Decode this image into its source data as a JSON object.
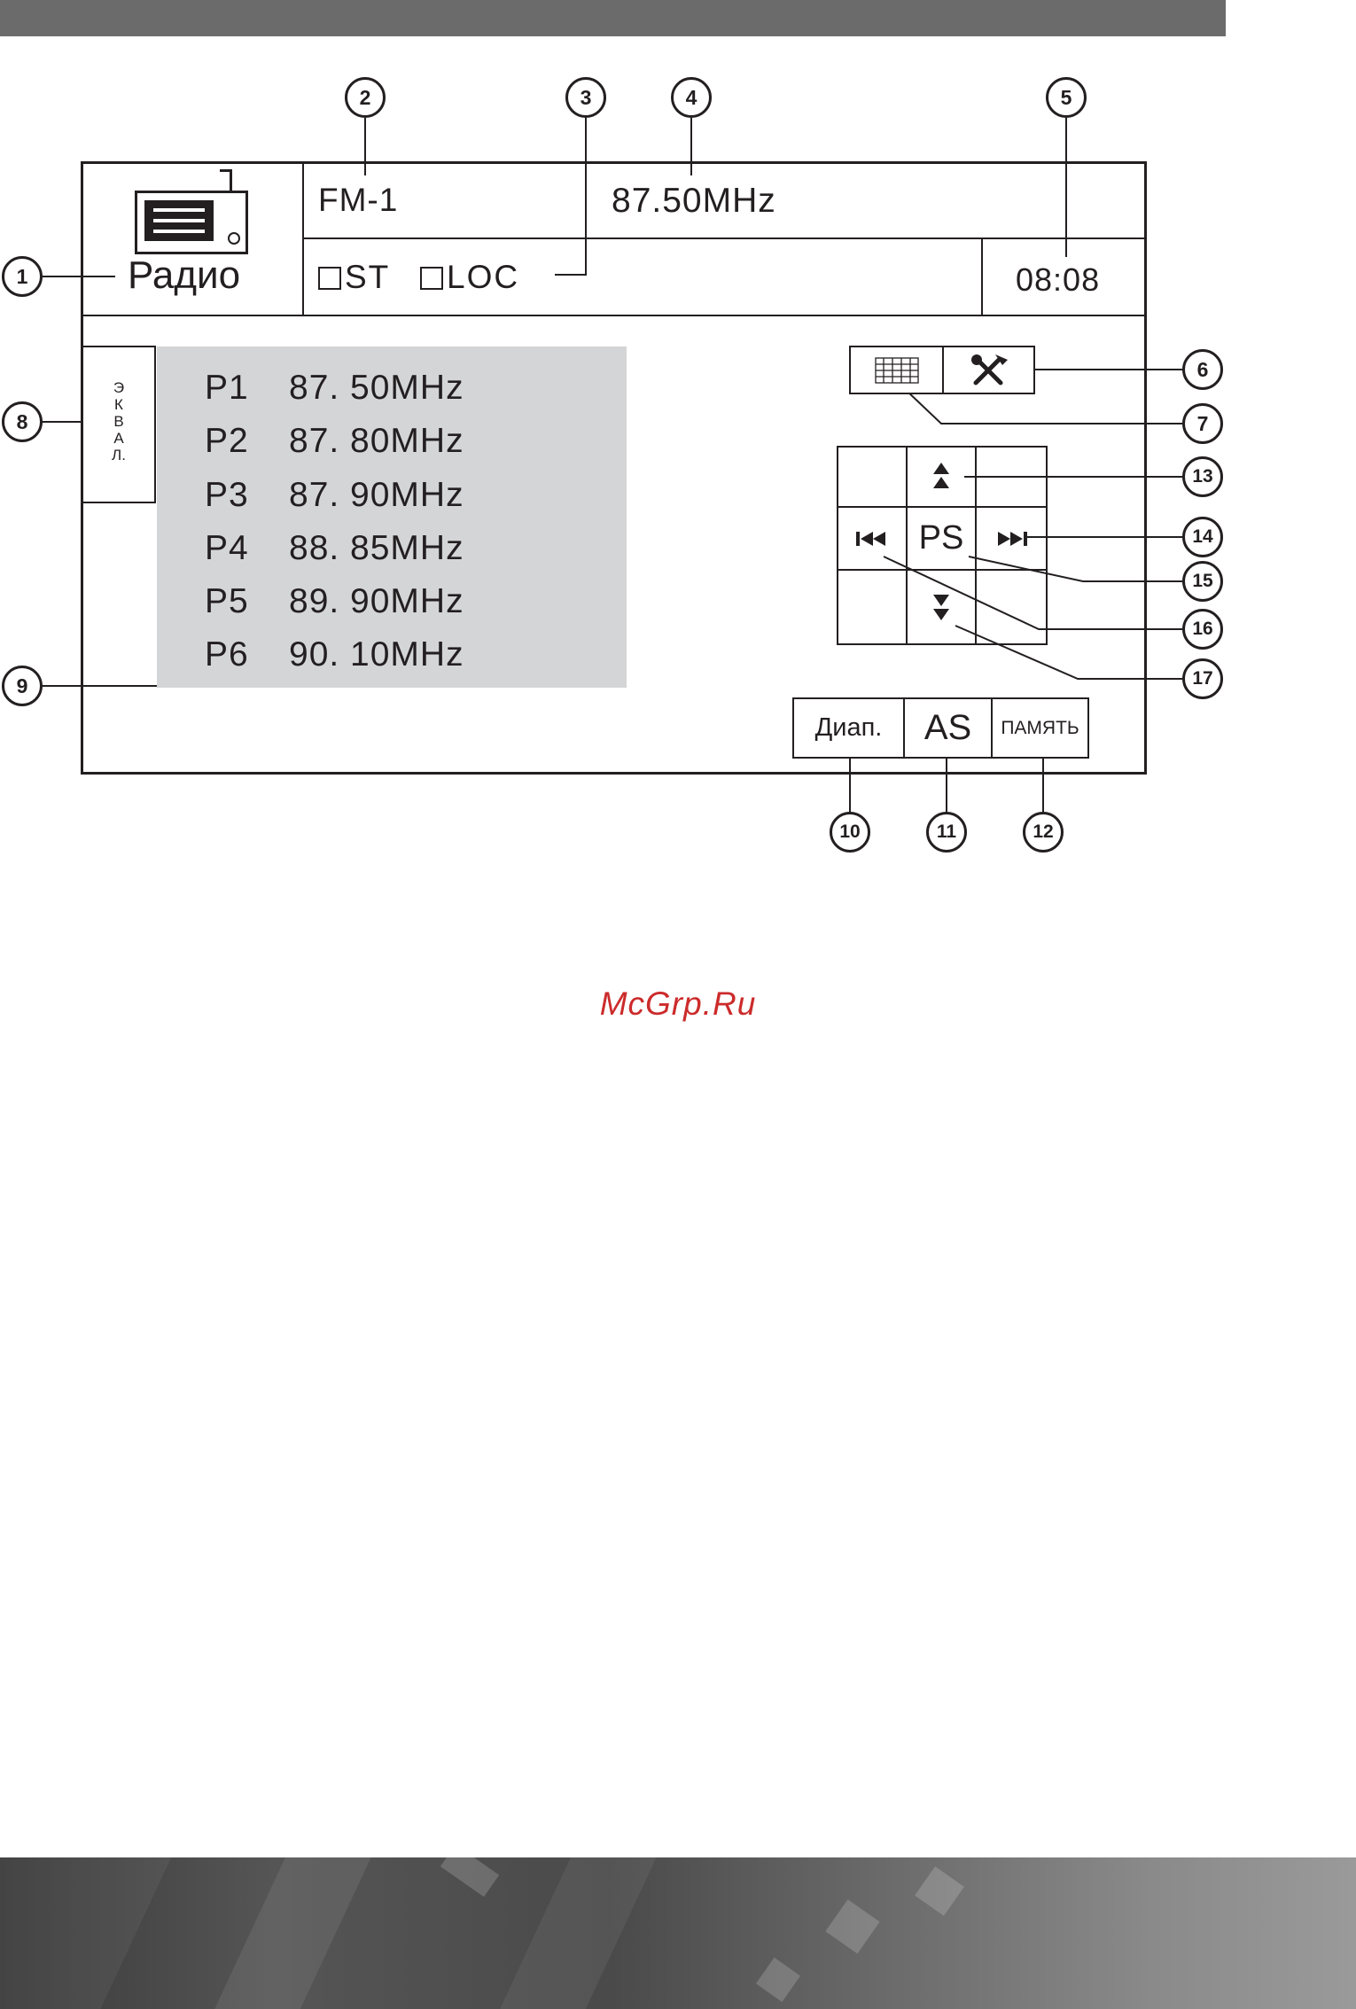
{
  "header": {
    "source_label": "Радио",
    "band": "FM-1",
    "frequency": "87.50MHz",
    "stereo_label": "ST",
    "local_label": "LOC",
    "clock": "08:08"
  },
  "equalizer": {
    "letters": [
      "Э",
      "К",
      "В",
      "А",
      "Л."
    ]
  },
  "presets": [
    {
      "num": "P1",
      "freq": "87. 50MHz"
    },
    {
      "num": "P2",
      "freq": "87. 80MHz"
    },
    {
      "num": "P3",
      "freq": "87. 90MHz"
    },
    {
      "num": "P4",
      "freq": "88. 85MHz"
    },
    {
      "num": "P5",
      "freq": "89. 90MHz"
    },
    {
      "num": "P6",
      "freq": "90. 10MHz"
    }
  ],
  "controls": {
    "ps_label": "PS",
    "band_label": "Диап.",
    "as_label": "AS",
    "memory_label": "ПАМЯТЬ",
    "icons": {
      "grid": "grid-icon",
      "settings": "tools-icon",
      "tune_up": "double-up-arrow-icon",
      "tune_down": "double-down-arrow-icon",
      "prev": "skip-back-icon",
      "next": "skip-forward-icon"
    }
  },
  "callouts": [
    "1",
    "2",
    "3",
    "4",
    "5",
    "6",
    "7",
    "8",
    "9",
    "10",
    "11",
    "12",
    "13",
    "14",
    "15",
    "16",
    "17"
  ],
  "watermark": "McGrp.Ru",
  "colors": {
    "ink": "#231f20",
    "preset_panel": "#d4d5d7",
    "top_bar": "#6b6b6b",
    "watermark": "#cc2b2b"
  }
}
